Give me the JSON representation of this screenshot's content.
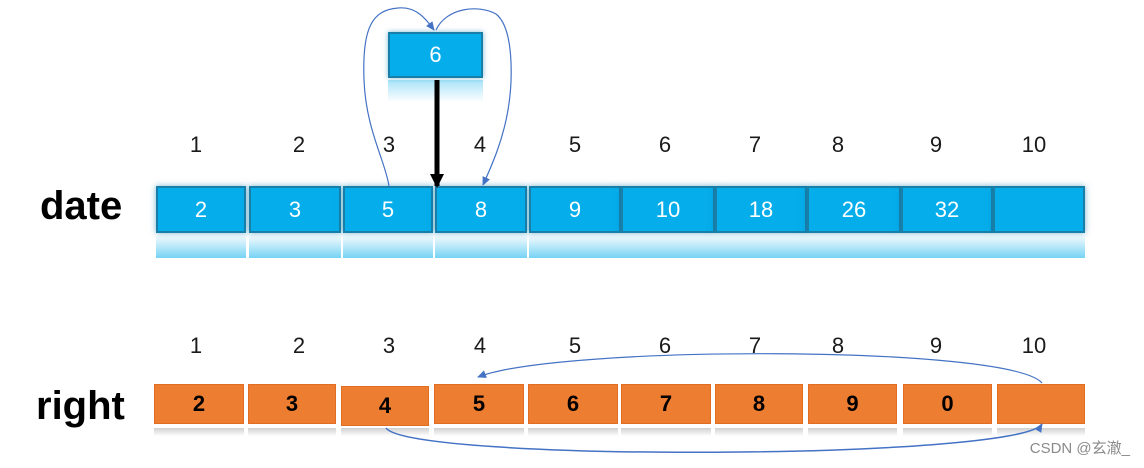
{
  "labels": {
    "top_row": "date",
    "bottom_row": "right"
  },
  "indices": [
    "1",
    "2",
    "3",
    "4",
    "5",
    "6",
    "7",
    "8",
    "9",
    "10"
  ],
  "date_cells": [
    "2",
    "3",
    "5",
    "8",
    "9",
    "10",
    "18",
    "26",
    "32",
    ""
  ],
  "right_cells": [
    "2",
    "3",
    "4",
    "5",
    "6",
    "7",
    "8",
    "9",
    "0",
    ""
  ],
  "temp_box": {
    "value": "6"
  },
  "watermark": "CSDN @玄澈_",
  "colors": {
    "blue_cell": "#05aeeb",
    "orange_cell": "#ed7d31",
    "arrow_blue": "#4472c4",
    "arrow_black": "#000000"
  }
}
